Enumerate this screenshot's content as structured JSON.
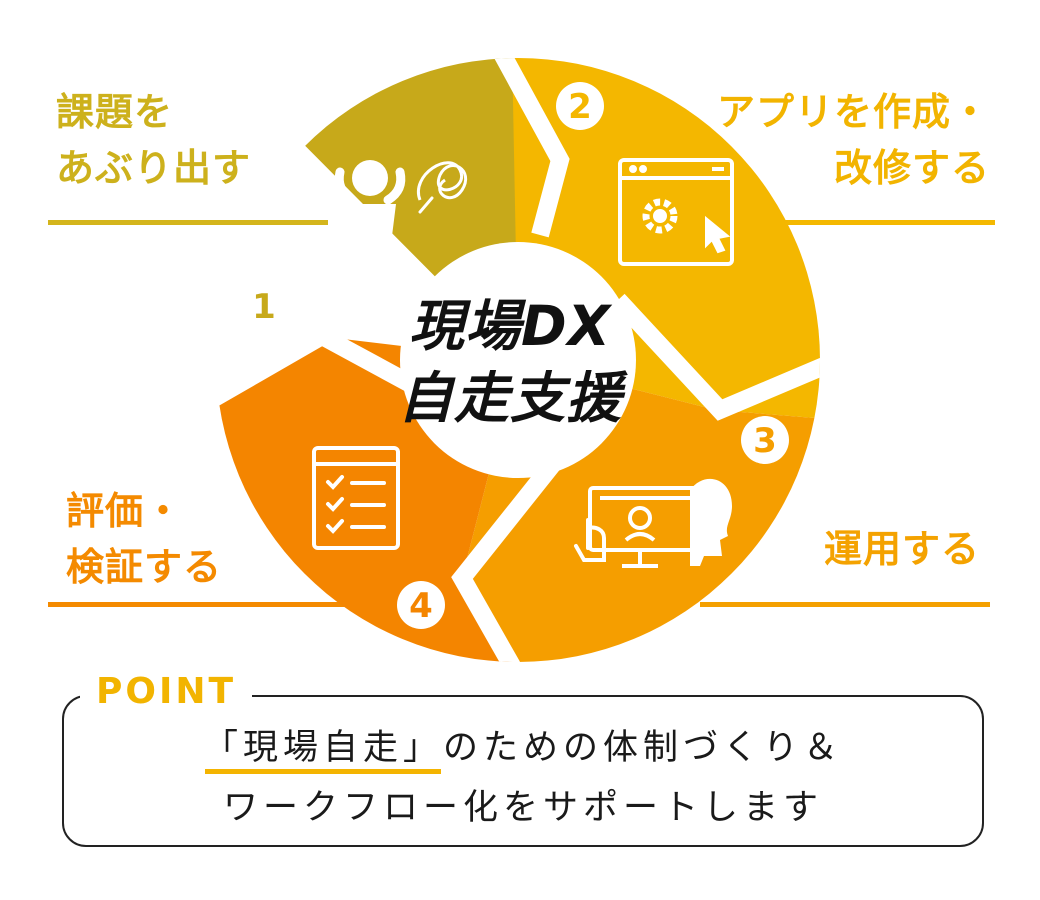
{
  "center": {
    "line1": "現場DX",
    "line2": "自走支援"
  },
  "steps": [
    {
      "number": "1",
      "label_lines": [
        "課題を",
        "あぶり出す"
      ],
      "color": "#c7a91a",
      "icon": "frustrated-person-icon"
    },
    {
      "number": "2",
      "label_lines": [
        "アプリを作成・",
        "改修する"
      ],
      "color": "#f4b700",
      "icon": "app-settings-window-icon"
    },
    {
      "number": "3",
      "label_lines": [
        "運用する"
      ],
      "color": "#f59e00",
      "icon": "operator-screen-icon"
    },
    {
      "number": "4",
      "label_lines": [
        "評価・",
        "検証する"
      ],
      "color": "#f48500",
      "icon": "checklist-icon"
    }
  ],
  "point": {
    "badge": "POINT",
    "line1_highlight": "「現場自走」",
    "line1_rest": "のための体制づくり＆",
    "line2": "ワークフロー化をサポートします"
  }
}
